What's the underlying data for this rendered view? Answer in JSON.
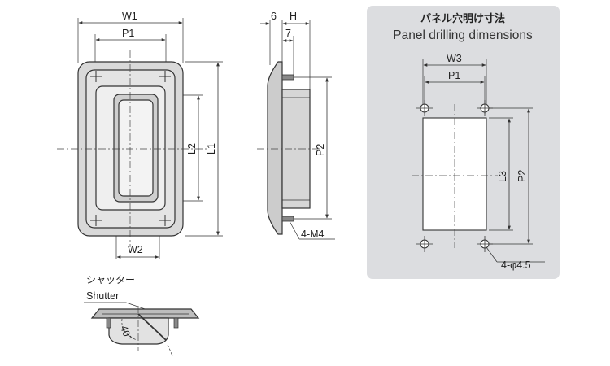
{
  "front_view": {
    "labels": {
      "w1": "W1",
      "p1": "P1",
      "w2": "W2",
      "l1": "L1",
      "l2": "L2"
    }
  },
  "side_view": {
    "labels": {
      "six": "6",
      "h": "H",
      "seven": "7",
      "p2": "P2",
      "thread": "4-M4"
    }
  },
  "panel": {
    "title_jp": "パネル穴明け寸法",
    "title_en": "Panel drilling dimensions",
    "labels": {
      "w3": "W3",
      "p1": "P1",
      "l3": "L3",
      "p2": "P2",
      "holes": "4-φ4.5"
    }
  },
  "shutter_view": {
    "label_jp": "シャッター",
    "label_en": "Shutter",
    "angle": "40°"
  },
  "colors": {
    "panel_bg": "#dcdde0",
    "part_fill": "#d9d9d9",
    "part_fill_dark": "#bdbdbd",
    "line": "#333333"
  }
}
